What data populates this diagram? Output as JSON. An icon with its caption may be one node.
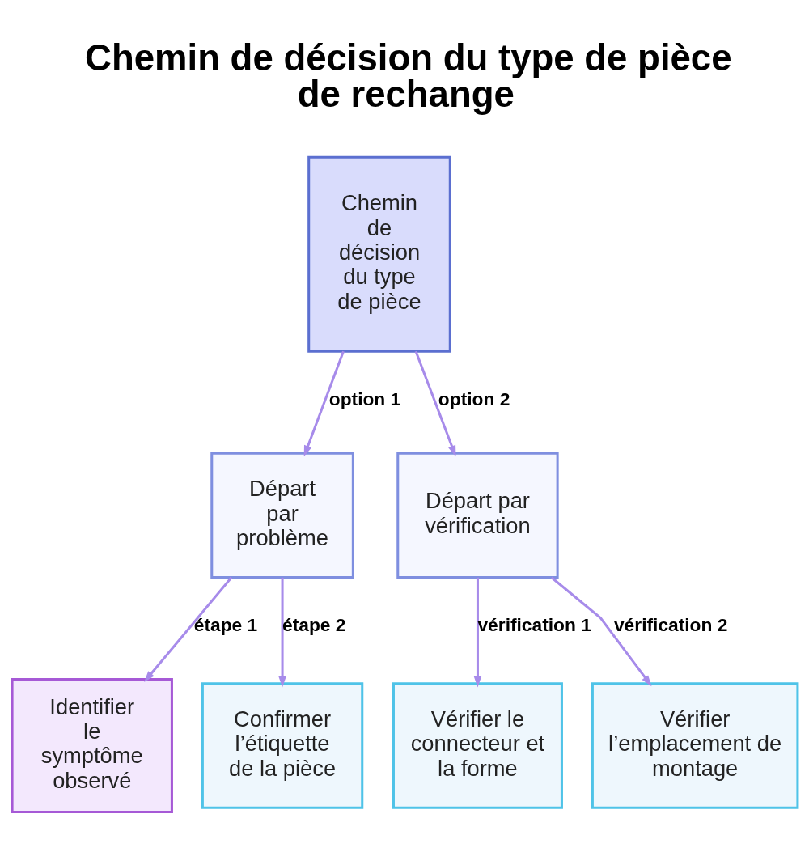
{
  "diagram": {
    "title": "Chemin de décision du type de pièce de rechange",
    "nodes": [
      {
        "text": [
          "Chemin de décision du type de pièce"
        ]
      },
      {
        "text": [
          "Départ par problème"
        ]
      },
      {
        "text": [
          "Départ par vérification"
        ]
      },
      {
        "text": [
          "Identifier le symptôme observé"
        ]
      },
      {
        "text": [
          "Confirmer l’étiquette de la pièce"
        ]
      },
      {
        "text": [
          "Vérifier le connecteur et la forme"
        ]
      },
      {
        "text": [
          "Vérifier l’emplacement de montage"
        ]
      }
    ],
    "edges": [
      {
        "from": 0,
        "to": 1,
        "arrow": "to",
        "label": "option 1"
      },
      {
        "from": 0,
        "to": 2,
        "arrow": "to",
        "label": "option 2"
      },
      {
        "from": 1,
        "to": 3,
        "arrow": "to",
        "label": "étape 1"
      },
      {
        "from": 1,
        "to": 4,
        "arrow": "to",
        "label": "étape 2"
      },
      {
        "from": 2,
        "to": 5,
        "arrow": "to",
        "label": "vérification 1"
      },
      {
        "from": 2,
        "to": 6,
        "arrow": "to",
        "label": "vérification 2"
      }
    ]
  }
}
